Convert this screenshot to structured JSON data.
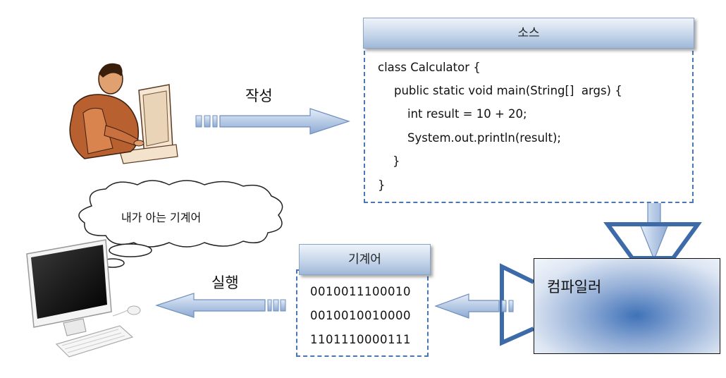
{
  "arrows": {
    "write_label": "작성",
    "run_label": "실행"
  },
  "source": {
    "title": "소스",
    "code_lines": [
      "class Calculator {",
      "public static void main(String[]  args) {",
      "int result = 10 + 20;",
      "System.out.println(result);",
      "}",
      "}"
    ]
  },
  "machine_code": {
    "title": "기계어",
    "lines": [
      "0010011100010",
      "0010010010000",
      "1101110000111"
    ]
  },
  "compiler": {
    "label": "컴파일러"
  },
  "thought": {
    "text": "내가 아는 기계어"
  },
  "colors": {
    "accent": "#4a77b4",
    "arrow_fill": "#b8cce6",
    "title_bar": "#c6d6ea"
  },
  "icons": [
    "programmer-clipart",
    "computer-clipart",
    "thought-cloud"
  ]
}
